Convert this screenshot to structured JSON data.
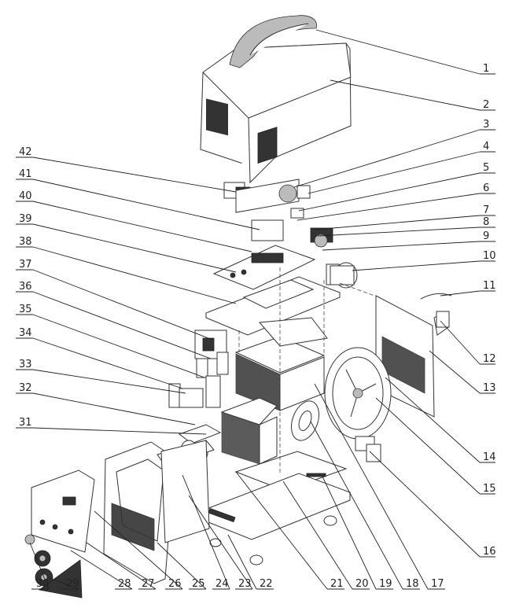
{
  "callouts": [
    {
      "n": "1"
    },
    {
      "n": "2"
    },
    {
      "n": "3"
    },
    {
      "n": "4"
    },
    {
      "n": "5"
    },
    {
      "n": "6"
    },
    {
      "n": "7"
    },
    {
      "n": "8"
    },
    {
      "n": "9"
    },
    {
      "n": "10"
    },
    {
      "n": "11"
    },
    {
      "n": "12"
    },
    {
      "n": "13"
    },
    {
      "n": "14"
    },
    {
      "n": "15"
    },
    {
      "n": "16"
    },
    {
      "n": "17"
    },
    {
      "n": "18"
    },
    {
      "n": "19"
    },
    {
      "n": "20"
    },
    {
      "n": "21"
    },
    {
      "n": "22"
    },
    {
      "n": "23"
    },
    {
      "n": "24"
    },
    {
      "n": "25"
    },
    {
      "n": "26"
    },
    {
      "n": "27"
    },
    {
      "n": "28"
    },
    {
      "n": "29"
    },
    {
      "n": "30"
    },
    {
      "n": "31"
    },
    {
      "n": "32"
    },
    {
      "n": "33"
    },
    {
      "n": "34"
    },
    {
      "n": "35"
    },
    {
      "n": "36"
    },
    {
      "n": "37"
    },
    {
      "n": "38"
    },
    {
      "n": "39"
    },
    {
      "n": "40"
    },
    {
      "n": "41"
    },
    {
      "n": "42"
    }
  ]
}
